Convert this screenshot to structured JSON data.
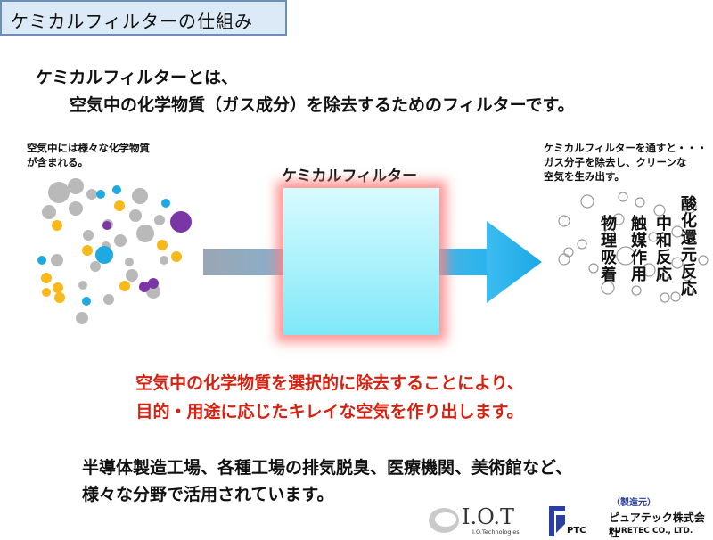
{
  "title": "ケミカルフィルターの仕組み",
  "intro": {
    "line1": "ケミカルフィルターとは、",
    "line2": "空気中の化学物質（ガス成分）を除去するためのフィルターです。"
  },
  "left_note": {
    "line1": "空気中には様々な化学物質",
    "line2": "が含まれる。"
  },
  "right_note": {
    "line1": "ケミカルフィルターを通すと・・・",
    "line2": "ガス分子を除去し、クリーンな",
    "line3": "空気を生み出す。"
  },
  "filter": {
    "title": "ケミカルフィルター",
    "col1": "酸化還元反応",
    "col2": "中和反応",
    "col3": "触媒作用",
    "col4": "物理吸着"
  },
  "highlight": {
    "line1": "空気中の化学物質を選択的に除去することにより、",
    "line2": "目的・用途に応じたキレイな空気を作り出します。"
  },
  "bottom": {
    "line1": "半導体製造工場、各種工場の排気脱臭、医療機関、美術館など、",
    "line2": "様々な分野で活用されています。"
  },
  "logos": {
    "iot_main": "I.O.T",
    "iot_sub": "I.O.Technologies",
    "ptc": "PTC",
    "maker_label": "（製造元）",
    "company": "ピュアテック株式会社",
    "company_en": "PURETEC CO., LTD."
  },
  "colors": {
    "gray": "#b9b9b9",
    "yellow": "#f7b91c",
    "blue": "#1fa9e1",
    "purple": "#7b35a6",
    "red_text": "#d62010"
  }
}
